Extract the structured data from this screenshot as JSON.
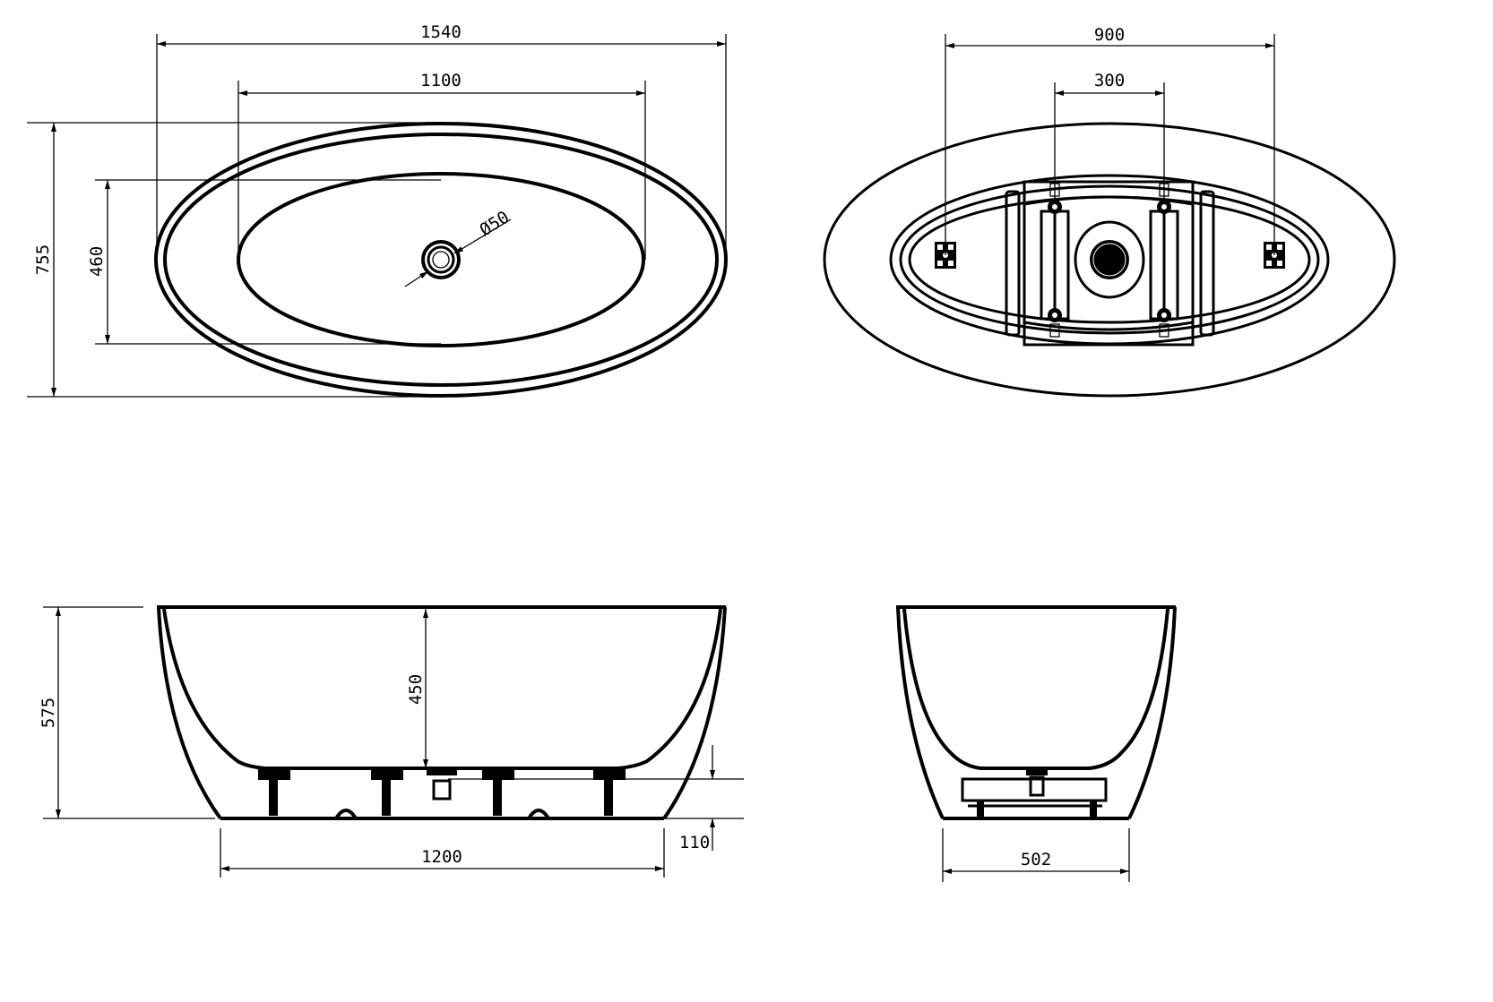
{
  "drawing": {
    "subject": "freestanding oval bathtub technical drawing",
    "background": "#ffffff",
    "line_color": "#000000",
    "views": [
      {
        "name": "top-view",
        "dimensions": {
          "overall_length": "1540",
          "inner_length": "1100",
          "overall_width": "755",
          "inner_width": "460",
          "drain_diameter": "Ø50"
        }
      },
      {
        "name": "bottom-view",
        "dimensions": {
          "outer_feet_spacing": "900",
          "inner_feet_spacing": "300"
        }
      },
      {
        "name": "side-view-long",
        "dimensions": {
          "overall_height": "575",
          "inner_depth": "450",
          "base_length": "1200",
          "base_height": "110"
        }
      },
      {
        "name": "side-view-short",
        "dimensions": {
          "base_width": "502"
        }
      }
    ]
  }
}
